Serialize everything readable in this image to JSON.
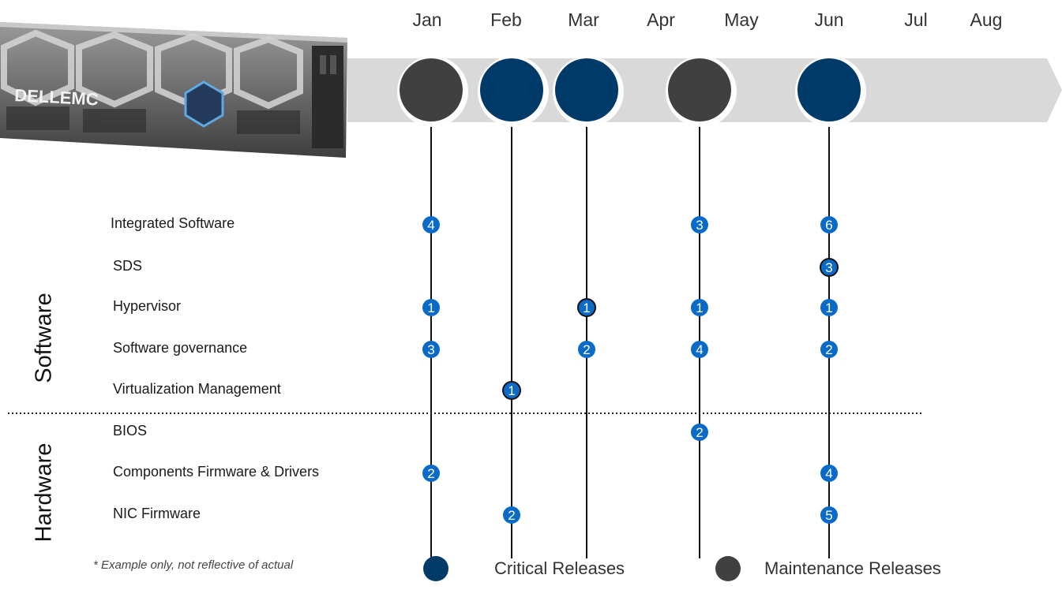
{
  "months": [
    "Jan",
    "Feb",
    "Mar",
    "Apr",
    "May",
    "Jun",
    "Jul",
    "Aug"
  ],
  "brand_text": "DELLEMC",
  "colors": {
    "critical": "#003a68",
    "maintenance": "#404040",
    "badge": "#0a6ac8",
    "band": "#d9d9d9"
  },
  "releases": [
    {
      "month": "Jan",
      "type": "maintenance"
    },
    {
      "month": "Feb",
      "type": "critical"
    },
    {
      "month": "Mar",
      "type": "critical"
    },
    {
      "month": "Apr",
      "type": "maintenance"
    },
    {
      "month": "Jun",
      "type": "critical"
    }
  ],
  "sections": {
    "software": "Software",
    "hardware": "Hardware"
  },
  "rows": [
    "Integrated Software",
    "SDS",
    "Hypervisor",
    "Software governance",
    "Virtualization Management",
    "BIOS",
    "Components Firmware & Drivers",
    "NIC Firmware"
  ],
  "badges": [
    {
      "row": 0,
      "month": "Jan",
      "value": "4"
    },
    {
      "row": 0,
      "month": "Apr",
      "value": "3"
    },
    {
      "row": 0,
      "month": "Jun",
      "value": "6"
    },
    {
      "row": 1,
      "month": "Jun",
      "value": "3",
      "outlined": true
    },
    {
      "row": 2,
      "month": "Jan",
      "value": "1"
    },
    {
      "row": 2,
      "month": "Mar",
      "value": "1",
      "outlined": true
    },
    {
      "row": 2,
      "month": "Apr",
      "value": "1"
    },
    {
      "row": 2,
      "month": "Jun",
      "value": "1"
    },
    {
      "row": 3,
      "month": "Jan",
      "value": "3"
    },
    {
      "row": 3,
      "month": "Mar",
      "value": "2"
    },
    {
      "row": 3,
      "month": "Apr",
      "value": "4"
    },
    {
      "row": 3,
      "month": "Jun",
      "value": "2"
    },
    {
      "row": 4,
      "month": "Feb",
      "value": "1",
      "outlined": true
    },
    {
      "row": 5,
      "month": "Apr",
      "value": "2"
    },
    {
      "row": 6,
      "month": "Jan",
      "value": "2"
    },
    {
      "row": 6,
      "month": "Jun",
      "value": "4"
    },
    {
      "row": 7,
      "month": "Feb",
      "value": "2"
    },
    {
      "row": 7,
      "month": "Jun",
      "value": "5"
    }
  ],
  "legend": {
    "critical": "Critical Releases",
    "maintenance": "Maintenance Releases"
  },
  "footnote": "* Example only, not reflective of actual"
}
